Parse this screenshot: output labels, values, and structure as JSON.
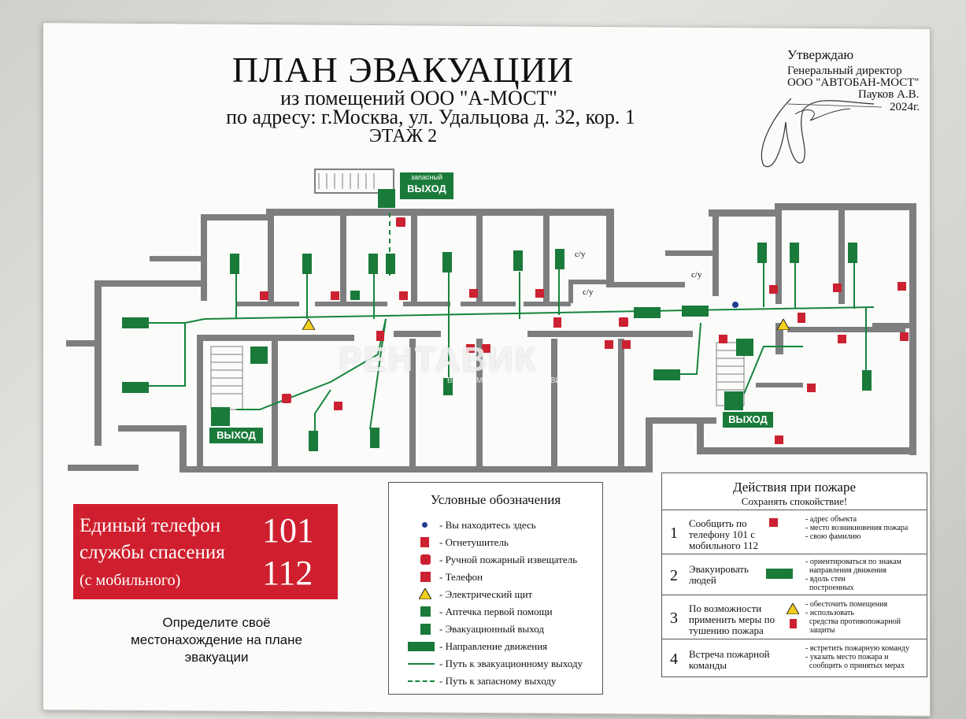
{
  "header": {
    "title": "ПЛАН ЭВАКУАЦИИ",
    "subtitle_1": "из помещений ООО \"А-МОСТ\"",
    "subtitle_2": "по адресу: г.Москва, ул. Удальцова д. 32, кор. 1",
    "floor": "ЭТАЖ 2"
  },
  "approval": {
    "line_1": "Утверждаю",
    "line_2": "Генеральный директор",
    "line_3": "ООО \"АВТОБАН-МОСТ\"",
    "line_4": "Пауков А.В.",
    "line_5": "2024г."
  },
  "plan": {
    "spare_exit_top": "запасный",
    "spare_exit_bottom": "ВЫХОД",
    "exit_left": "ВЫХОД",
    "exit_right": "ВЫХОД",
    "wc_1": "с/у",
    "wc_2": "с/у",
    "wc_3": "с/у"
  },
  "emergency": {
    "line_1": "Единый телефон",
    "line_2": "службы спасения",
    "line_3": "(с мобильного)",
    "number_1": "101",
    "number_2": "112"
  },
  "locate_note": "Определите своё местонахождение на плане эвакуации",
  "legend": {
    "title": "Условные обозначения",
    "items": [
      {
        "icon": "you-are-here-dot",
        "label": "- Вы находитесь здесь"
      },
      {
        "icon": "extinguisher-icon",
        "label": "- Огнетушитель"
      },
      {
        "icon": "manual-call-point-icon",
        "label": "- Ручной пожарный извещатель"
      },
      {
        "icon": "phone-icon",
        "label": "- Телефон"
      },
      {
        "icon": "electrical-panel-icon",
        "label": "- Электрический щит"
      },
      {
        "icon": "first-aid-icon",
        "label": "- Аптечка первой помощи"
      },
      {
        "icon": "evacuation-exit-icon",
        "label": "- Эвакуационный выход"
      },
      {
        "icon": "direction-arrow-icon",
        "label": "- Направление движения"
      },
      {
        "icon": "solid-path-line",
        "label": "- Путь к эвакуационному выходу"
      },
      {
        "icon": "dashed-path-line",
        "label": "- Путь к запасному выходу"
      }
    ]
  },
  "actions": {
    "title": "Действия при пожаре",
    "subtitle": "Сохранять спокойствие!",
    "rows": [
      {
        "num": "1",
        "text": "Сообщить по телефону 101 с мобильного 112",
        "note": "- адрес объекта\n- место возникновения пожара\n- свою фамилию"
      },
      {
        "num": "2",
        "text": "Эвакуировать людей",
        "note": "- ориентироваться по знакам\n  направления движения\n- вдоль стен\n  построенных"
      },
      {
        "num": "3",
        "text": "По возможности применить меры по тушению пожара",
        "note": "- обесточить помещения\n- использовать\n  средства противопожарной\n  защиты"
      },
      {
        "num": "4",
        "text": "Встреча пожарной команды",
        "note": "- встретить пожарную команду\n- указать место пожара и\n  сообщить о принятых мерах"
      }
    ]
  },
  "watermark": {
    "brand": "РЕНТАВИК",
    "tagline": "ВСЯ КОММЕРЧЕСКАЯ НЕДВИЖИМОСТЬ"
  },
  "colors": {
    "wall": "#7d7e80",
    "sign_green": "#1a7a3a",
    "route_green": "#16843d",
    "fire_red": "#cc2130",
    "warning_yellow": "#f3cf1d"
  }
}
